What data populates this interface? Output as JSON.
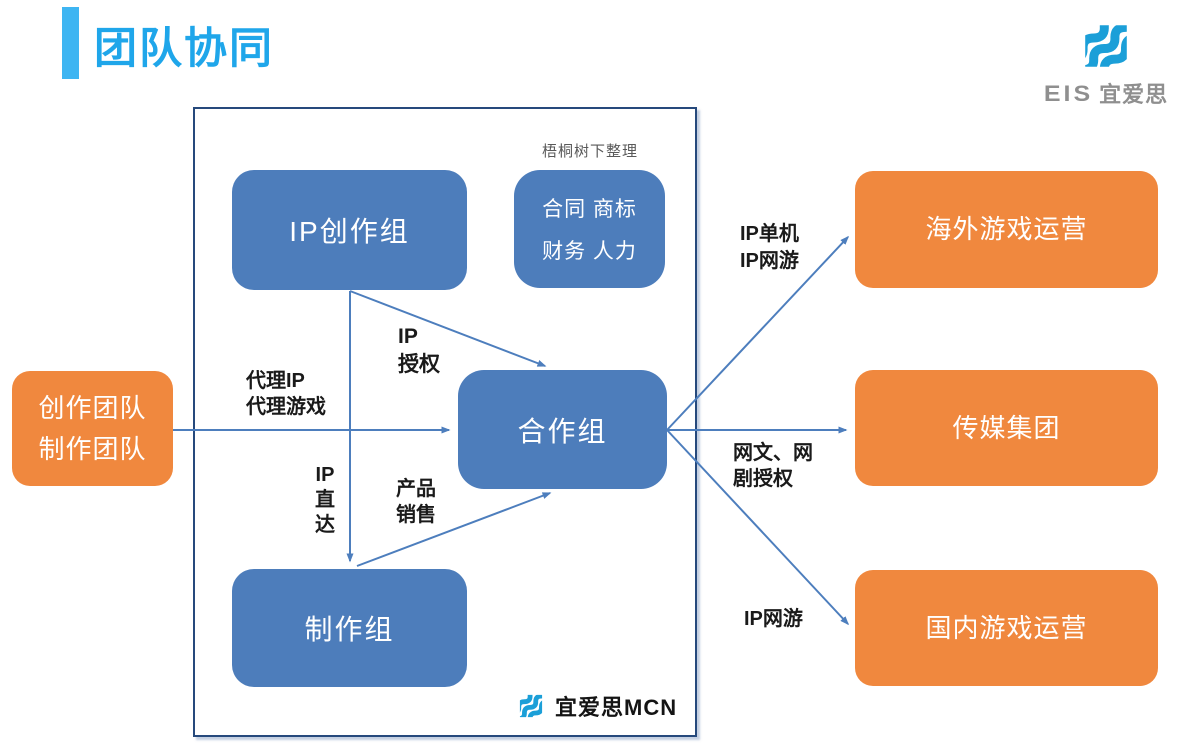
{
  "title": {
    "text": "团队协同"
  },
  "logo": {
    "eis_latin": "EIS",
    "eis_cn": "宜爱思",
    "mcn_text": "宜爱思MCN"
  },
  "note": {
    "credit": "梧桐树下整理"
  },
  "nodes": {
    "left_team": {
      "line1": "创作团队",
      "line2": "制作团队"
    },
    "ip_creation": {
      "label": "IP创作组"
    },
    "admin": {
      "line1": "合同 商标",
      "line2": "财务 人力"
    },
    "cooperation": {
      "label": "合作组"
    },
    "production": {
      "label": "制作组"
    },
    "overseas": {
      "label": "海外游戏运营"
    },
    "media": {
      "label": "传媒集团"
    },
    "domestic": {
      "label": "国内游戏运营"
    }
  },
  "edges": {
    "agency": {
      "label": "代理IP\n代理游戏",
      "from": "左侧创作/制作团队",
      "to": "合作组"
    },
    "ip_license": {
      "label": "IP\n授权",
      "from": "IP创作组",
      "to": "合作组"
    },
    "ip_direct": {
      "label": "IP\n直\n达",
      "from": "IP创作组",
      "to": "制作组"
    },
    "product_sales": {
      "label": "产品\n销售",
      "from": "制作组",
      "to": "合作组"
    },
    "ip_offline_online": {
      "label": "IP单机\nIP网游",
      "from": "合作组",
      "to": "海外游戏运营"
    },
    "web_novel": {
      "label": "网文、网\n剧授权",
      "from": "合作组",
      "to": "传媒集团"
    },
    "ip_online": {
      "label": "IP网游",
      "from": "合作组",
      "to": "国内游戏运营"
    }
  },
  "colors": {
    "title_text": "#1FA6EA",
    "title_bar": "#3EB5F2",
    "node_blue": "#4D7DBB",
    "node_orange": "#F0883E",
    "arrow": "#4D7EBD",
    "container_border": "#26497C",
    "label_text": "#1A1A1A",
    "logo_blue": "#1B9FD8",
    "logo_gray": "#8F8F8F"
  }
}
